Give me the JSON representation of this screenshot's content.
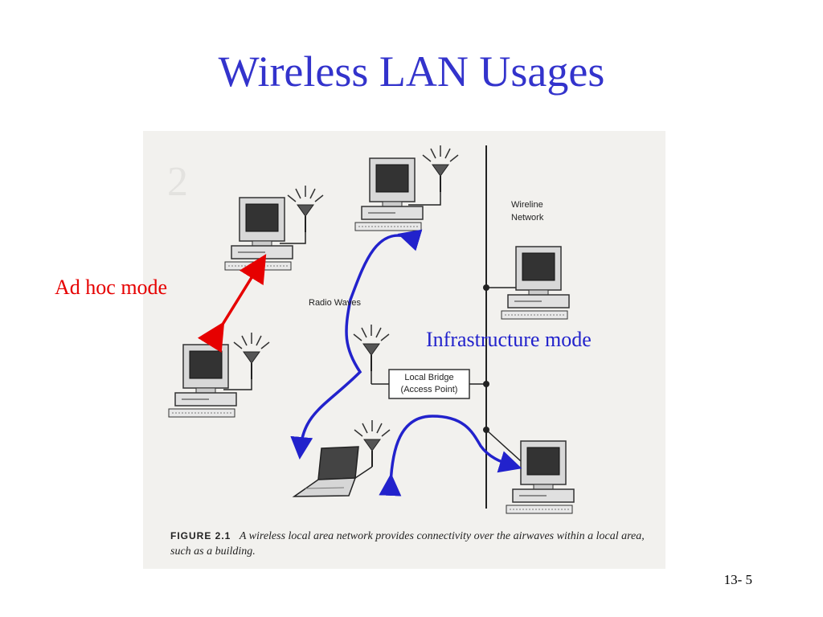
{
  "title": "Wireless LAN Usages",
  "annotations": {
    "adhoc": "Ad hoc mode",
    "infrastructure": "Infrastructure mode"
  },
  "figure": {
    "labels": {
      "wireline": "Wireline",
      "network": "Network",
      "radio_waves": "Radio Waves",
      "bridge_line1": "Local Bridge",
      "bridge_line2": "(Access Point)"
    },
    "caption": {
      "figure_number": "FIGURE 2.1",
      "text": "A wireless local area network provides connectivity over the airwaves within a local area, such as a building."
    }
  },
  "page_number": "13- 5",
  "colors": {
    "title": "#3333cc",
    "adhoc_arrow": "#e60000",
    "infra_arrow": "#2222cc"
  }
}
